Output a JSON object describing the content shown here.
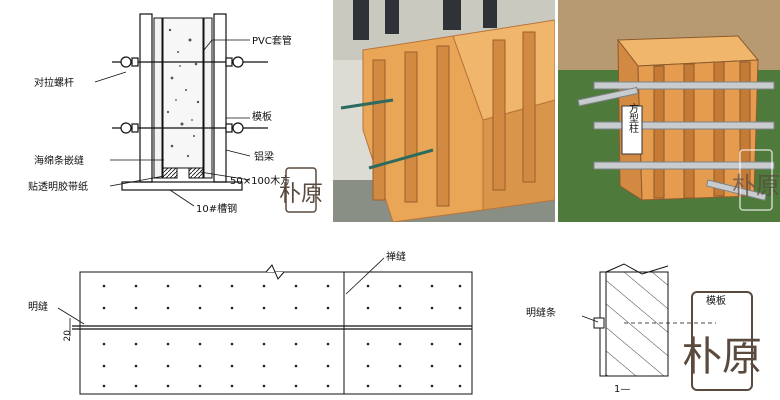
{
  "top_left_drawing": {
    "labels": {
      "pvc_sleeve": "PVC套管",
      "tie_bolt": "对拉螺杆",
      "formwork": "模板",
      "sponge_strip": "海绵条嵌缝",
      "tape": "贴透明胶带纸",
      "aluminum_beam": "铝梁",
      "timber": "50×100木方",
      "channel_steel": "10#槽钢"
    }
  },
  "photo_right": {
    "column_sign": "方型柱"
  },
  "bottom_left_drawing": {
    "labels": {
      "groove_joint": "禅缝",
      "open_joint": "明缝",
      "dim_value": "20"
    }
  },
  "bottom_right_drawing": {
    "labels": {
      "joint_strip": "明缝条",
      "formwork": "模板",
      "section_mark": "1—"
    }
  },
  "watermark": {
    "text": "朴原"
  },
  "colors": {
    "plywood": "#e9a657",
    "plywood_dark": "#b8743a",
    "grass": "#4e7a3c",
    "aluminum": "#c8cccf"
  }
}
